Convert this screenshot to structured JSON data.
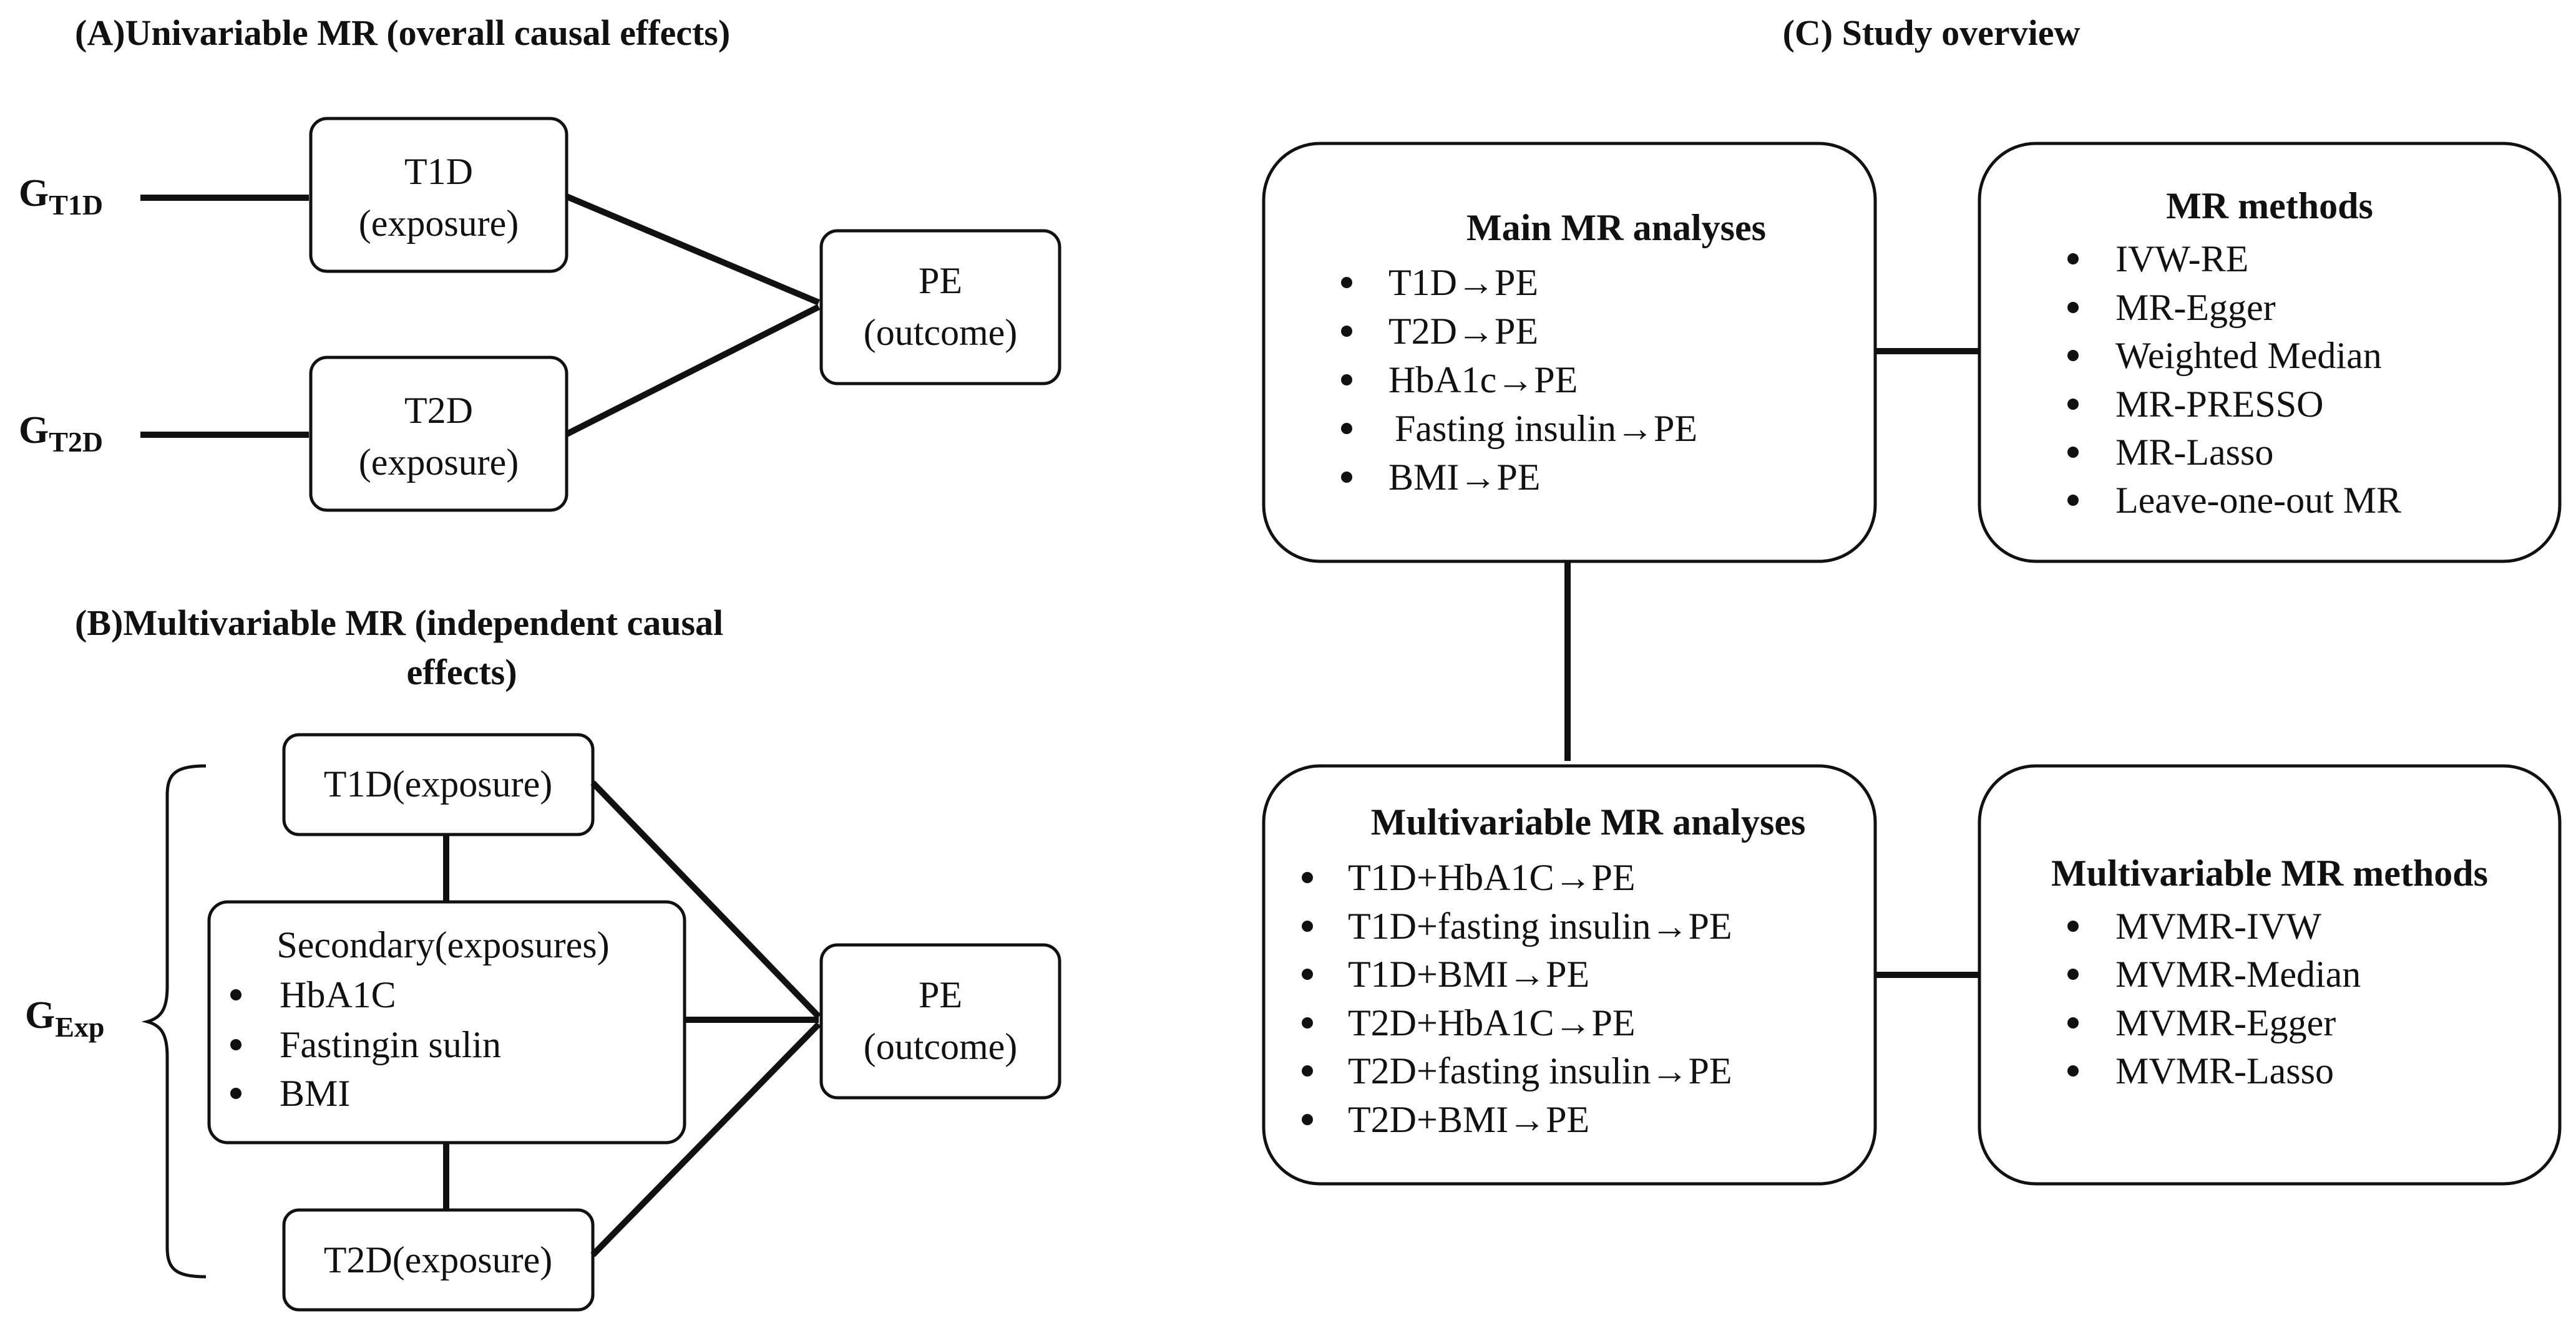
{
  "panel_a": {
    "title": "(A)Univariable MR (overall causal effects)",
    "g_t1d": {
      "base": "G",
      "sub": "T1D"
    },
    "g_t2d": {
      "base": "G",
      "sub": "T2D"
    },
    "t1d_box": {
      "line1": "T1D",
      "line2": "(exposure)"
    },
    "t2d_box": {
      "line1": "T2D",
      "line2": "(exposure)"
    },
    "pe_box": {
      "line1": "PE",
      "line2": "(outcome)"
    }
  },
  "panel_b": {
    "title_line1": "(B)Multivariable MR (independent causal",
    "title_line2": "effects)",
    "g_exp": {
      "base": "G",
      "sub": "Exp"
    },
    "t1d_box": "T1D(exposure)",
    "secondary_box": {
      "heading": "Secondary(exposures)",
      "items": [
        "HbA1C",
        "Fastingin sulin",
        "BMI"
      ]
    },
    "t2d_box": "T2D(exposure)",
    "pe_box": {
      "line1": "PE",
      "line2": "(outcome)"
    }
  },
  "panel_c": {
    "title": "(C) Study overview",
    "main_box": {
      "heading": "Main MR analyses",
      "items": [
        "T1D→PE",
        "T2D→PE",
        "HbA1c→PE",
        "Fasting insulin→PE",
        "BMI→PE"
      ]
    },
    "methods_box": {
      "heading": "MR methods",
      "items": [
        "IVW-RE",
        "MR-Egger",
        "Weighted Median",
        "MR-PRESSO",
        "MR-Lasso",
        "Leave-one-out MR"
      ]
    },
    "mv_box": {
      "heading": "Multivariable MR analyses",
      "items": [
        "T1D+HbA1C→PE",
        "T1D+fasting insulin→PE",
        "T1D+BMI→PE",
        "T2D+HbA1C→PE",
        "T2D+fasting insulin→PE",
        "T2D+BMI→PE"
      ]
    },
    "mv_methods_box": {
      "heading": "Multivariable MR methods",
      "items": [
        "MVMR-IVW",
        "MVMR-Median",
        "MVMR-Egger",
        "MVMR-Lasso"
      ]
    }
  }
}
